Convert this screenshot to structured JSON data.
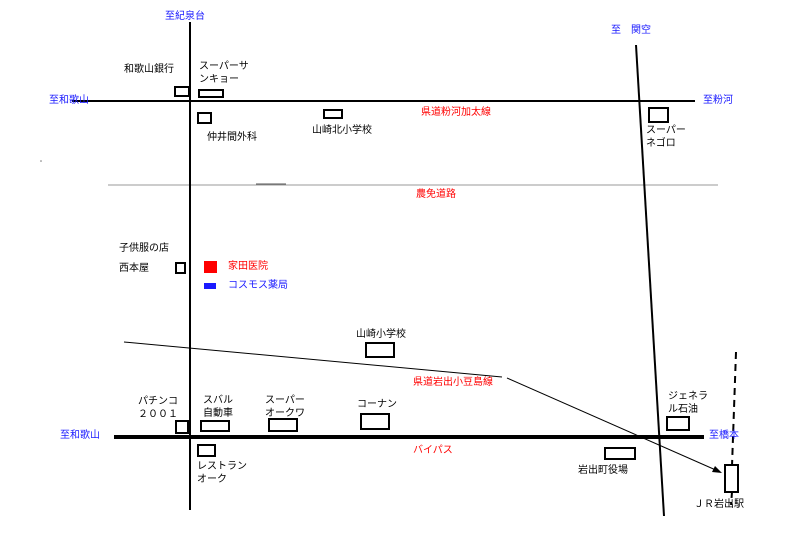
{
  "directions": {
    "north_kinokidai": "至紀泉台",
    "west_wakayama_top": "至和歌山",
    "east_kokawa": "至粉河",
    "east_sekiya": "至　関空",
    "west_wakayama_bottom": "至和歌山",
    "east_hashimoto": "至橋本"
  },
  "roads": {
    "kokawa_kada": "県道粉河加太線",
    "nohatsu": "農免道路",
    "iwade_odoshima": "県道岩出小豆島線",
    "bypass": "バイパス"
  },
  "places": {
    "wakayama_bank": "和歌山銀行",
    "super_sankyo": "スーパーサ\nンキョー",
    "nakai_clinic": "仲井間外科",
    "yamazaki_kita_school": "山崎北小学校",
    "super_negoro": "スーパー\nネゴロ",
    "kids_clothing": "子供服の店",
    "nishimotoya": "西本屋",
    "ieda_hospital": "家田医院",
    "cosmos_pharmacy": "コスモス薬局",
    "yamazaki_school": "山崎小学校",
    "pachinko": "パチンコ\n２００１",
    "subaru": "スバル\n自動車",
    "super_okuwa": "スーパー\nオークワ",
    "konan": "コーナン",
    "general_oil": "ジェネラ\nル石油",
    "restaurant_oak": "レストラン\nオーク",
    "iwade_town_office": "岩出町役場",
    "jr_iwade_station": "ＪＲ岩出駅"
  },
  "colors": {
    "road": "#000000",
    "minor_road": "#9a9a9a",
    "direction_text": "#1a1aff",
    "road_name_text": "#ff0000",
    "hospital_marker": "#ff0000",
    "pharmacy_marker": "#1a1aff"
  }
}
